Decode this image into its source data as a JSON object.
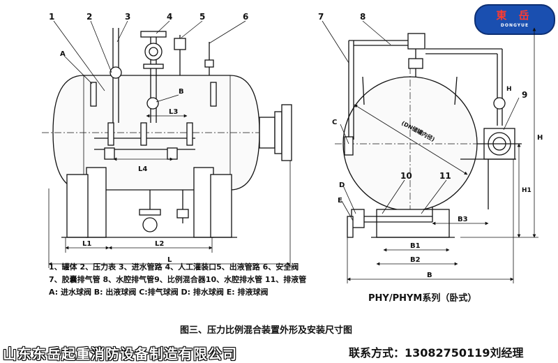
{
  "logo": {
    "cn": "東 岳",
    "en": "DONGYUE"
  },
  "left_view": {
    "callouts": [
      "1",
      "2",
      "3",
      "4",
      "5",
      "6"
    ],
    "letters": [
      "A",
      "B"
    ],
    "dims": {
      "l1": "L1",
      "l2": "L2",
      "l": "L",
      "l3": "L3",
      "l4": "L4"
    }
  },
  "right_view": {
    "callouts": [
      "7",
      "8",
      "9",
      "10",
      "11"
    ],
    "letters": [
      "C",
      "D",
      "E",
      "H"
    ],
    "dims": {
      "b1": "B1",
      "b2": "B2",
      "b": "B",
      "b3": "B3",
      "h": "H",
      "h1": "H1"
    },
    "diameter": "(DN储罐内径)"
  },
  "legend": {
    "line1": "1、罐体  2、压力表  3、进水管路  4、人工灌装口5、出液管路  6、安全阀",
    "line2": "7、胶囊排气管  8、水腔排气管9、比例混合器10、水腔排水管  11、排液管",
    "line3": "A:  进水球阀 B: 出液球阀 C:排气球阀 D: 排水球阀  E:  排液球阀"
  },
  "series_label": "PHY/PHYM系列（卧式）",
  "caption": "图三、压力比例混合装置外形及安装尺寸图",
  "footer": {
    "company": "山东东岳起重消防设备制造有限公司",
    "contact": "联系方式：13082750119刘经理"
  }
}
